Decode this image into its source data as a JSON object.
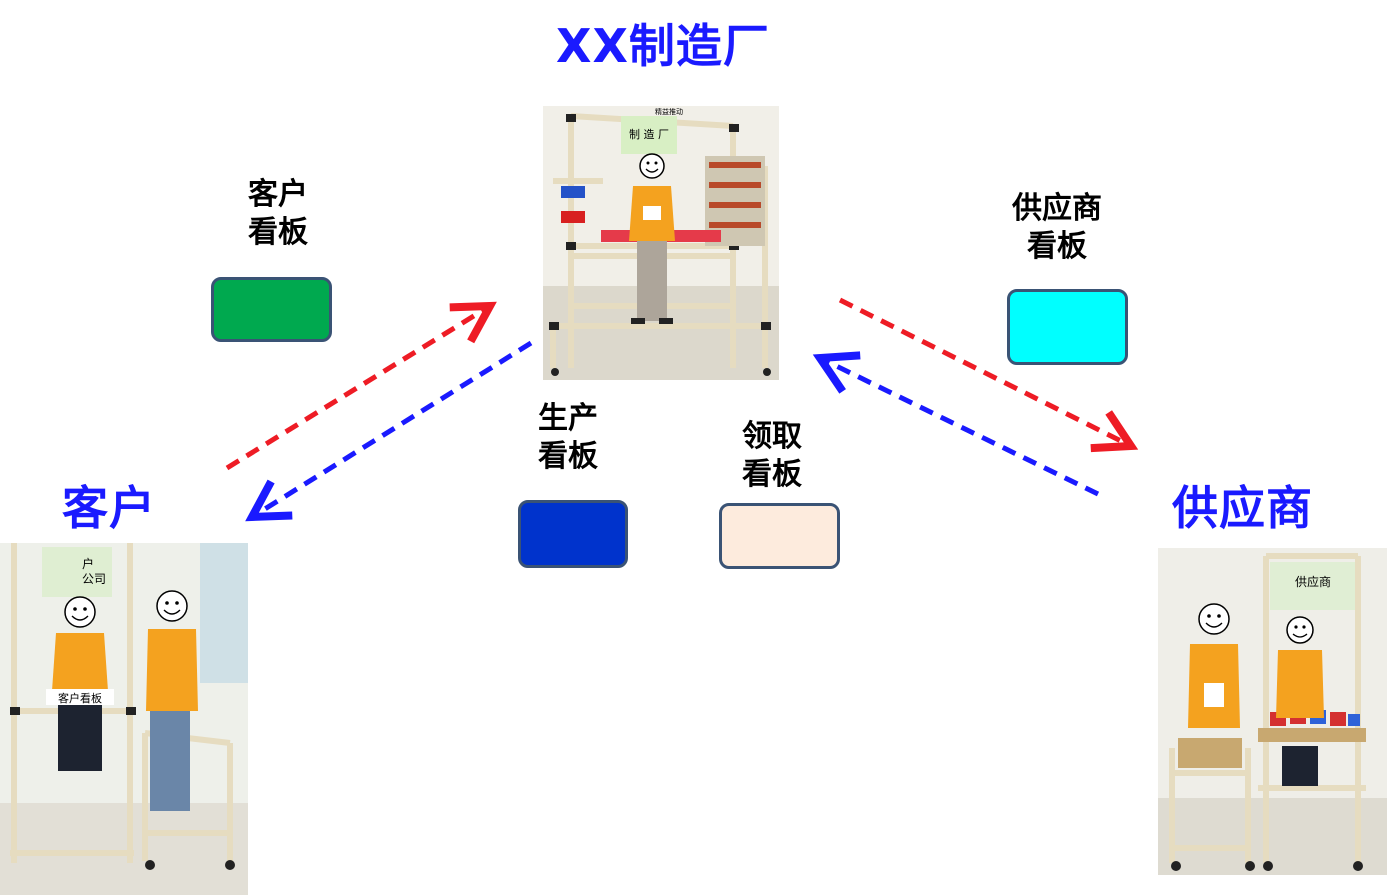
{
  "nodes": {
    "factory": {
      "title": "XX制造厂",
      "sign": "制 造 厂",
      "sign_top": "精益推动"
    },
    "customer": {
      "title": "客户",
      "sign_line1": "户",
      "sign_line2": "公司",
      "board_label": "客户看板"
    },
    "supplier": {
      "title": "供应商",
      "sign": "供应商"
    }
  },
  "cards": {
    "customer_kanban": {
      "line1": "客户",
      "line2": "看板",
      "color": "#00a94f"
    },
    "supplier_kanban": {
      "line1": "供应商",
      "line2": "看板",
      "color": "#00ffff"
    },
    "production_kanban": {
      "line1": "生产",
      "line2": "看板",
      "color": "#0033cc"
    },
    "withdrawal_kanban": {
      "line1": "领取",
      "line2": "看板",
      "color": "#fdebdd"
    }
  },
  "colors": {
    "title": "#1a1aff",
    "arrow_red": "#ee1c25",
    "arrow_blue": "#1a1aff",
    "card_border": "#3a5375"
  }
}
